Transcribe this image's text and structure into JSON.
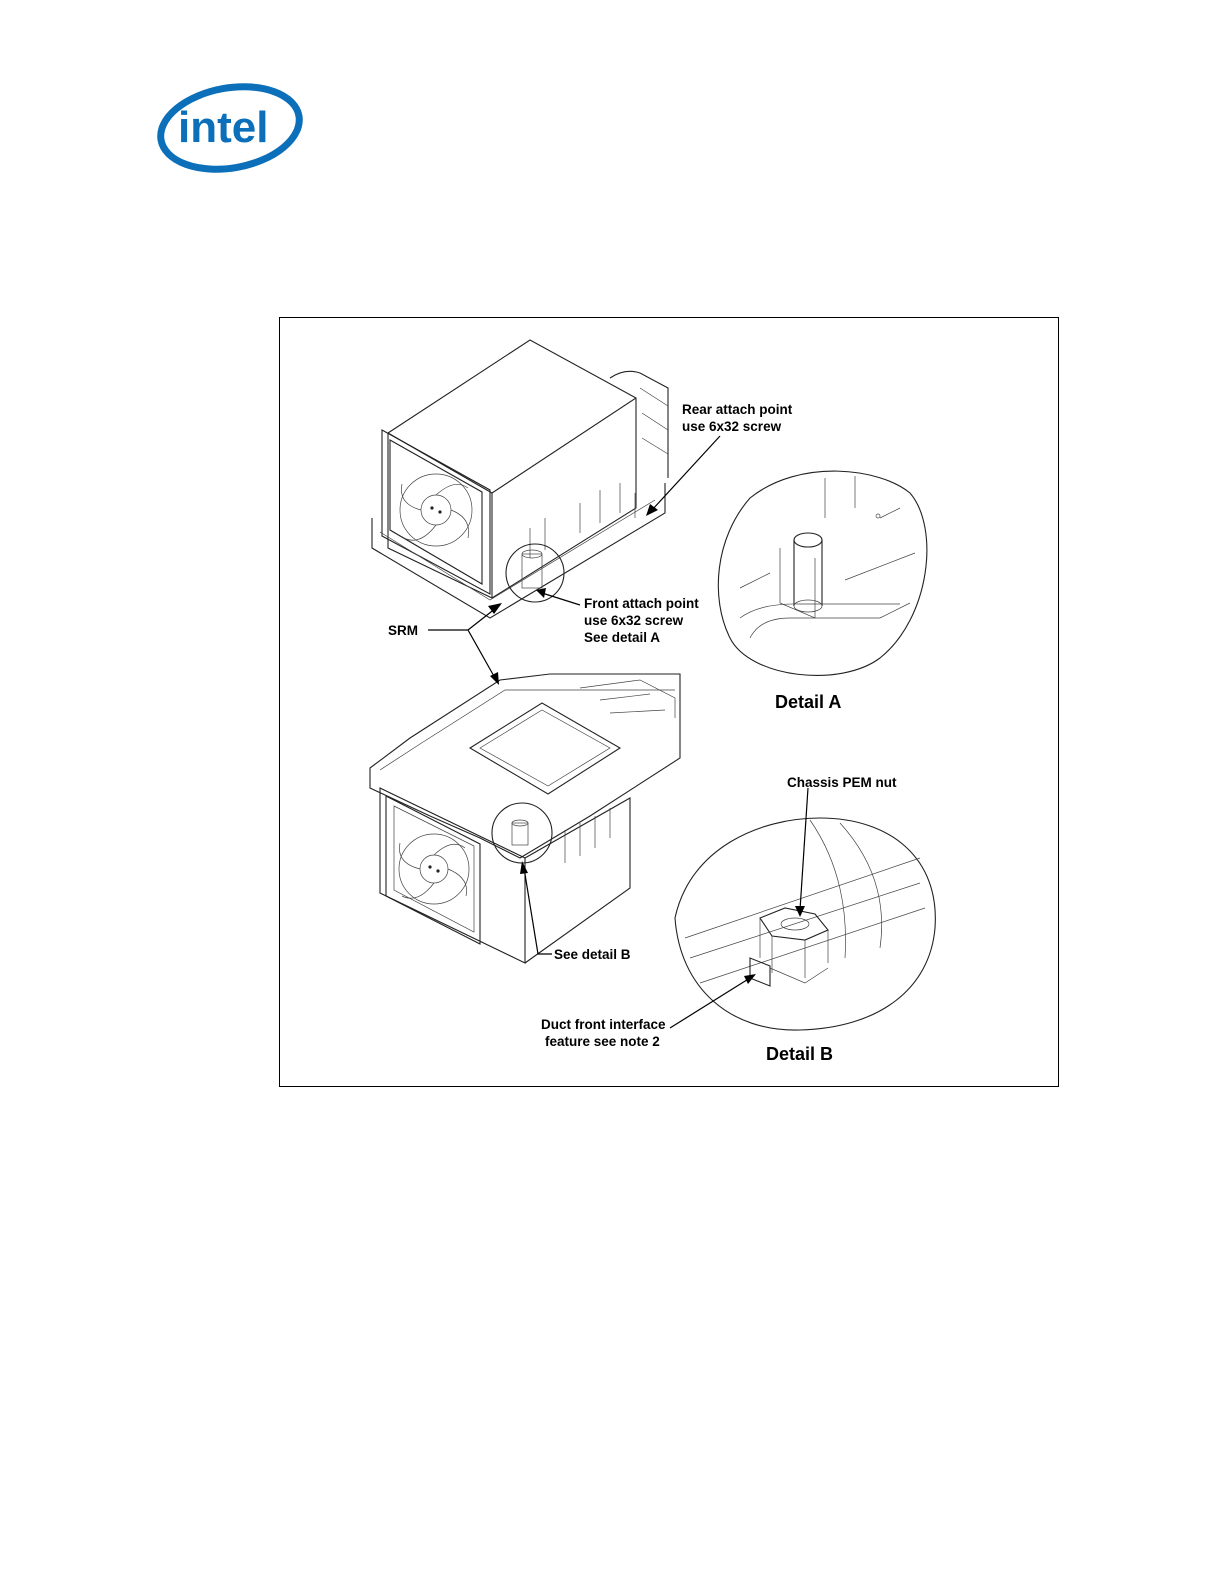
{
  "logo": {
    "text": "intel",
    "color": "#0b6fba"
  },
  "figure": {
    "callouts": {
      "rear_attach_line1": "Rear attach point",
      "rear_attach_line2": "use 6x32 screw",
      "front_attach_line1": "Front attach point",
      "front_attach_line2": "use 6x32 screw",
      "front_attach_line3": "See detail A",
      "srm": "SRM",
      "see_detail_b": "See detail B",
      "chassis_pem_nut": "Chassis PEM nut",
      "duct_line1": "Duct front interface",
      "duct_line2": "feature see note 2"
    },
    "detail_a_title": "Detail A",
    "detail_b_title": "Detail B"
  }
}
